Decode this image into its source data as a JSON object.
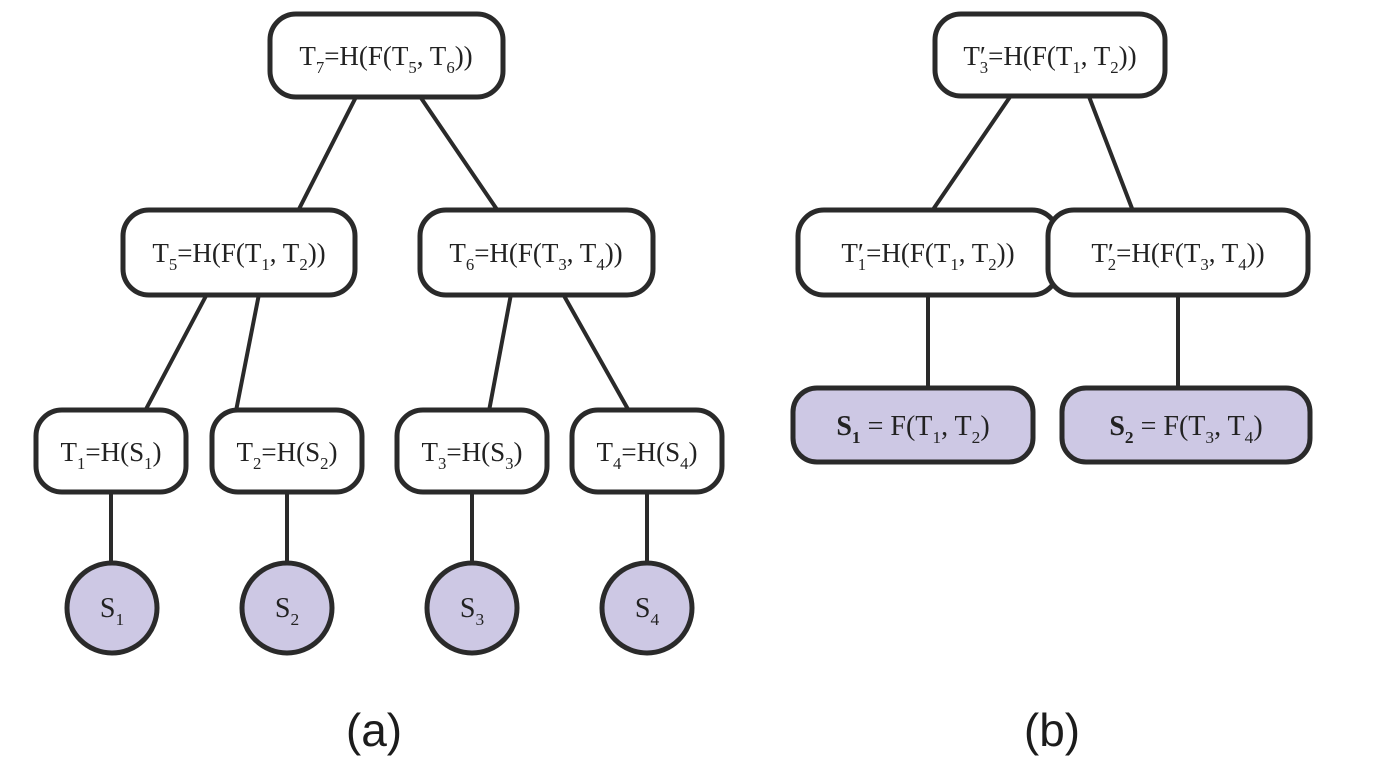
{
  "figure": {
    "palette": {
      "background": "#ffffff",
      "stroke": "#2a2a2a",
      "node_fill": "#ffffff",
      "secret_fill": "#cdc8e4",
      "text": "#222222"
    },
    "captions": {
      "a": "(a)",
      "b": "(b)"
    },
    "tree_a": {
      "root": "T_7=H(F(T_5, T_6))",
      "level2": {
        "t5": "T_5=H(F(T_1, T_2))",
        "t6": "T_6=H(F(T_3, T_4))"
      },
      "leaves": {
        "t1": "T_1=H(S_1)",
        "t2": "T_2=H(S_2)",
        "t3": "T_3=H(S_3)",
        "t4": "T_4=H(S_4)"
      },
      "secrets": {
        "s1": "S_1",
        "s2": "S_2",
        "s3": "S_3",
        "s4": "S_4"
      }
    },
    "tree_b": {
      "root": "T′_3=H(F(T_1, T_2))",
      "level2": {
        "t1p": "T′_1=H(F(T_1, T_2))",
        "t2p": "T′_2=H(F(T_3, T_4))"
      },
      "secrets": {
        "s1": "*S_1* = F(T_1, T_2)",
        "s2": "*S_2* = F(T_3, T_4)"
      }
    }
  }
}
